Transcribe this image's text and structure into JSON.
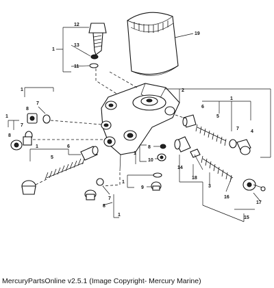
{
  "caption": "MercuryPartsOnline v2.5.1 (Image Copyright- Mercury Marine)",
  "callouts": {
    "c1a": "1",
    "c12": "12",
    "c13": "13",
    "c11": "11",
    "c19": "19",
    "c2": "2",
    "c1b": "1",
    "c8a": "8",
    "c7a": "7",
    "c1c": "1",
    "c7b": "7",
    "c8b": "8",
    "c1d": "1",
    "c5a": "5",
    "c6a": "6",
    "c1e": "1",
    "c8c": "8",
    "c10": "10",
    "c1f": "1",
    "c9": "9",
    "c7c": "7",
    "c8d": "8",
    "c1g": "1",
    "c6b": "6",
    "c5b": "5",
    "c4": "4",
    "c7d": "7",
    "c14": "14",
    "c18": "18",
    "c3": "3",
    "c16": "16",
    "c17": "17",
    "c15": "15",
    "c1h": "1"
  }
}
